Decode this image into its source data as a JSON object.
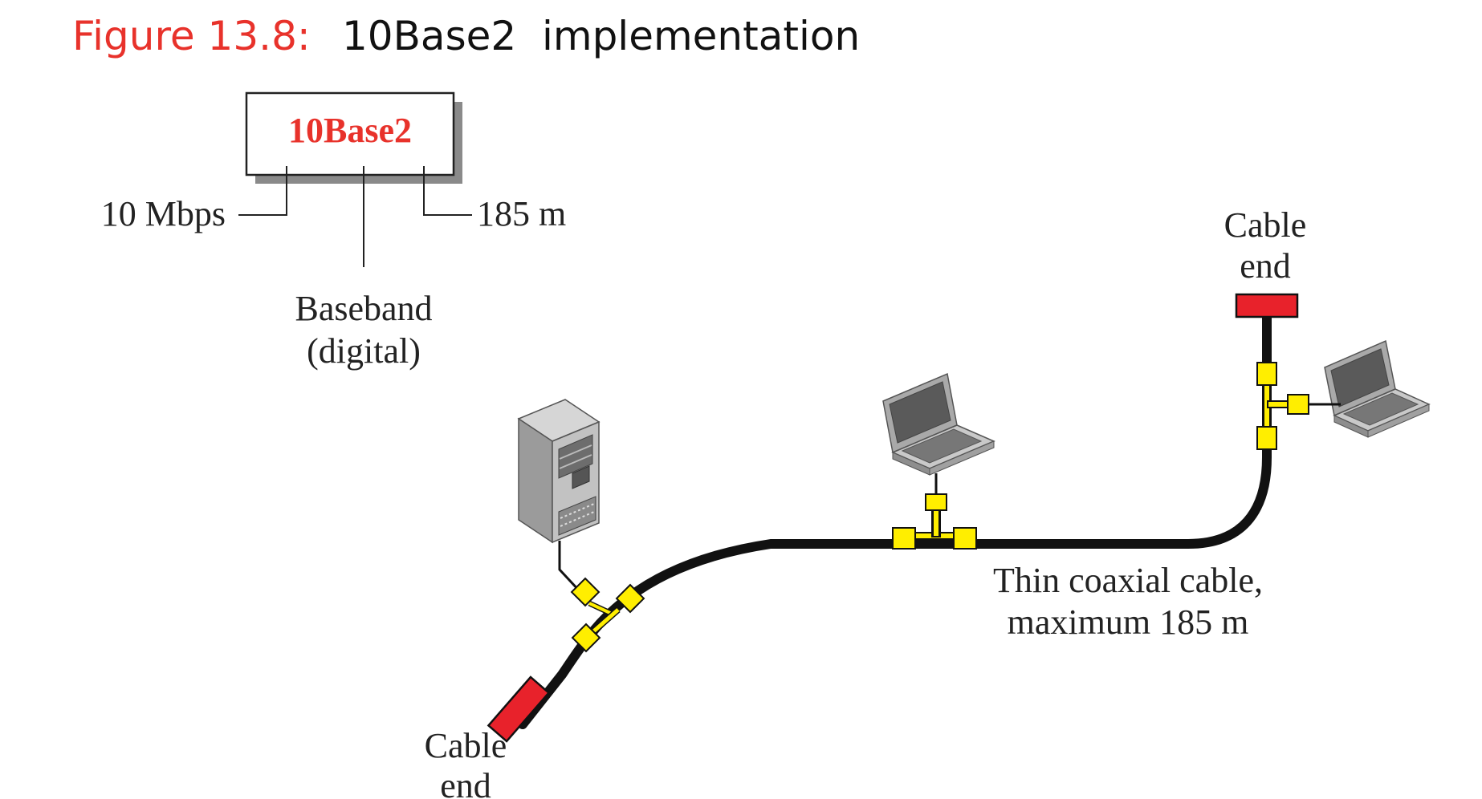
{
  "figure": {
    "label": "Figure 13.8:",
    "title": "10Base2  implementation"
  },
  "naming_box": {
    "name": "10Base2",
    "speed": "10 Mbps",
    "length": "185 m",
    "signal_line1": "Baseband",
    "signal_line2": "(digital)"
  },
  "network": {
    "cable_label_line1": "Thin coaxial cable,",
    "cable_label_line2": "maximum 185 m",
    "cable_end_right_line1": "Cable",
    "cable_end_right_line2": "end",
    "cable_end_left_line1": "Cable",
    "cable_end_left_line2": "end"
  },
  "colors": {
    "figure_label": "#e8322b",
    "terminator": "#e8222b",
    "connector": "#ffee00",
    "cable": "#111111"
  }
}
